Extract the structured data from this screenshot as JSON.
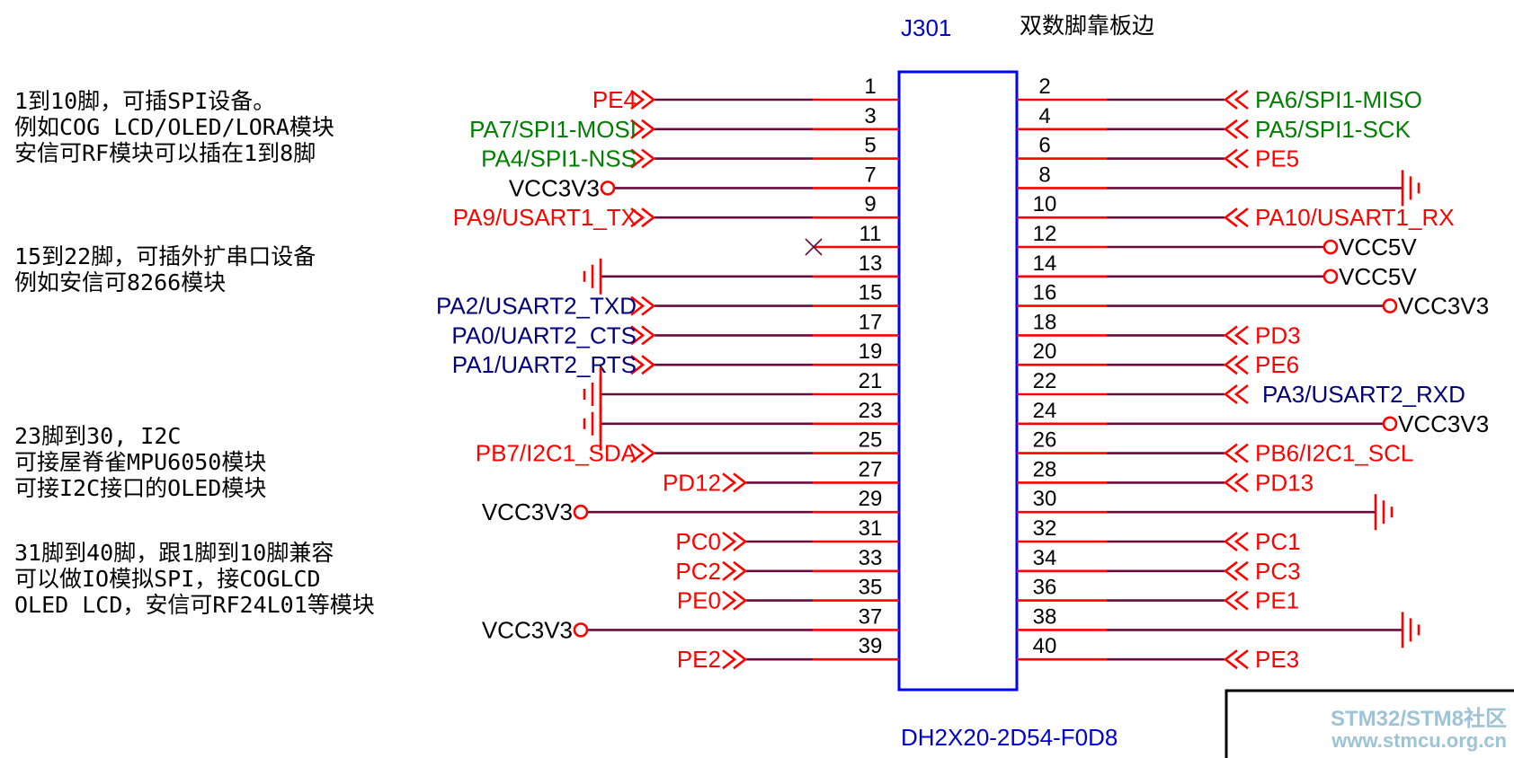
{
  "connector": {
    "ref": "J301",
    "note": "双数脚靠板边",
    "part": "DH2X20-2D54-F0D8"
  },
  "notes": [
    [
      "1到10脚，可插SPI设备。",
      "例如COG LCD/OLED/LORA模块",
      "安信可RF模块可以插在1到8脚"
    ],
    [
      "15到22脚，可插外扩串口设备",
      "例如安信可8266模块"
    ],
    [
      "23脚到30, I2C",
      "可接屋脊雀MPU6050模块",
      "可接I2C接口的OLED模块"
    ],
    [
      "31脚到40脚，跟1脚到10脚兼容",
      "可以做IO模拟SPI，接COGLCD",
      "OLED LCD，安信可RF24L01等模块"
    ]
  ],
  "watermark": {
    "line1": "STM32/STM8社区",
    "line2": "www.stmcu.org.cn"
  },
  "colors": {
    "wire": "#6b0a3c",
    "pin": "#ff0000",
    "body": "#0000ff",
    "ref": "#0000cc",
    "green": "#008000",
    "navy": "#00007f",
    "red": "#ff0000",
    "black": "#000000"
  },
  "pins": [
    {
      "pin": "1",
      "net": "PE4",
      "type": "port",
      "color": "red"
    },
    {
      "pin": "2",
      "net": "PA6/SPI1-MISO",
      "type": "port",
      "color": "green"
    },
    {
      "pin": "3",
      "net": "PA7/SPI1-MOSI",
      "type": "port",
      "color": "green"
    },
    {
      "pin": "4",
      "net": "PA5/SPI1-SCK",
      "type": "port",
      "color": "green"
    },
    {
      "pin": "5",
      "net": "PA4/SPI1-NSS",
      "type": "port",
      "color": "green"
    },
    {
      "pin": "6",
      "net": "PE5",
      "type": "port",
      "color": "red"
    },
    {
      "pin": "7",
      "net": "VCC3V3",
      "type": "power",
      "color": "black"
    },
    {
      "pin": "8",
      "net": "",
      "type": "gnd",
      "color": "red"
    },
    {
      "pin": "9",
      "net": "PA9/USART1_TX",
      "type": "port",
      "color": "red"
    },
    {
      "pin": "10",
      "net": "PA10/USART1_RX",
      "type": "port",
      "color": "red"
    },
    {
      "pin": "11",
      "net": "",
      "type": "nc",
      "color": "black"
    },
    {
      "pin": "12",
      "net": "VCC5V",
      "type": "power",
      "color": "black"
    },
    {
      "pin": "13",
      "net": "",
      "type": "gnd",
      "color": "red"
    },
    {
      "pin": "14",
      "net": "VCC5V",
      "type": "power",
      "color": "black"
    },
    {
      "pin": "15",
      "net": "PA2/USART2_TXD",
      "type": "port",
      "color": "navy"
    },
    {
      "pin": "16",
      "net": "VCC3V3",
      "type": "power",
      "color": "black"
    },
    {
      "pin": "17",
      "net": "PA0/UART2_CTS",
      "type": "port",
      "color": "navy"
    },
    {
      "pin": "18",
      "net": "PD3",
      "type": "port",
      "color": "red"
    },
    {
      "pin": "19",
      "net": "PA1/UART2_RTS",
      "type": "port",
      "color": "navy"
    },
    {
      "pin": "20",
      "net": "PE6",
      "type": "port",
      "color": "red"
    },
    {
      "pin": "21",
      "net": "",
      "type": "gnd",
      "color": "red"
    },
    {
      "pin": "22",
      "net": "PA3/USART2_RXD",
      "type": "port",
      "color": "navy"
    },
    {
      "pin": "23",
      "net": "",
      "type": "gnd",
      "color": "red"
    },
    {
      "pin": "24",
      "net": "VCC3V3",
      "type": "power",
      "color": "black"
    },
    {
      "pin": "25",
      "net": "PB7/I2C1_SDA",
      "type": "port",
      "color": "red"
    },
    {
      "pin": "26",
      "net": "PB6/I2C1_SCL",
      "type": "port",
      "color": "red"
    },
    {
      "pin": "27",
      "net": "PD12",
      "type": "port",
      "color": "red"
    },
    {
      "pin": "28",
      "net": "PD13",
      "type": "port",
      "color": "red"
    },
    {
      "pin": "29",
      "net": "VCC3V3",
      "type": "power",
      "color": "black"
    },
    {
      "pin": "30",
      "net": "",
      "type": "gnd",
      "color": "red"
    },
    {
      "pin": "31",
      "net": "PC0",
      "type": "port",
      "color": "red"
    },
    {
      "pin": "32",
      "net": "PC1",
      "type": "port",
      "color": "red"
    },
    {
      "pin": "33",
      "net": "PC2",
      "type": "port",
      "color": "red"
    },
    {
      "pin": "34",
      "net": "PC3",
      "type": "port",
      "color": "red"
    },
    {
      "pin": "35",
      "net": "PE0",
      "type": "port",
      "color": "red"
    },
    {
      "pin": "36",
      "net": "PE1",
      "type": "port",
      "color": "red"
    },
    {
      "pin": "37",
      "net": "VCC3V3",
      "type": "power",
      "color": "black"
    },
    {
      "pin": "38",
      "net": "",
      "type": "gnd",
      "color": "red"
    },
    {
      "pin": "39",
      "net": "PE2",
      "type": "port",
      "color": "red"
    },
    {
      "pin": "40",
      "net": "PE3",
      "type": "port",
      "color": "red"
    }
  ]
}
